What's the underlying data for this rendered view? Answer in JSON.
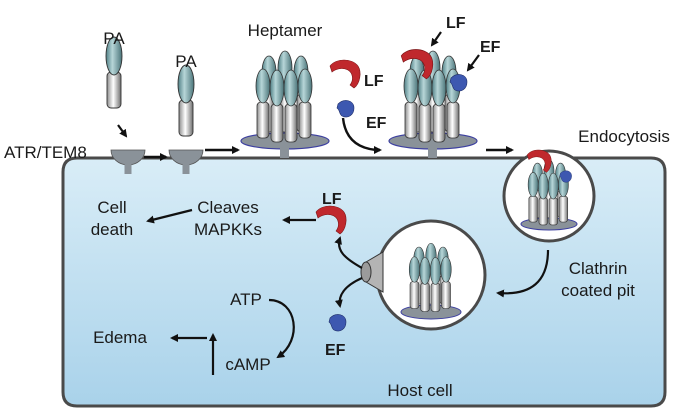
{
  "labels": {
    "pa_left": "PA",
    "pa_mid": "PA",
    "heptamer": "Heptamer",
    "receptor": "ATR/TEM8",
    "lf_free": "LF",
    "ef_free": "EF",
    "lf_bound": "LF",
    "ef_bound": "EF",
    "endocytosis": "Endocytosis",
    "clathrin_line1": "Clathrin",
    "clathrin_line2": "coated pit",
    "host_cell": "Host cell",
    "cell_death_line1": "Cell",
    "cell_death_line2": "death",
    "cleaves_line1": "Cleaves",
    "cleaves_line2": "MAPKKs",
    "lf_inside": "LF",
    "ef_inside": "EF",
    "atp": "ATP",
    "camp": "cAMP",
    "edema": "Edema"
  },
  "colors": {
    "cell_fill": "#c8e4f2",
    "cell_stroke": "#4a4a4a",
    "membrane": "#8a9299",
    "pa_head": "#7fa9ad",
    "lf": "#c0282d",
    "ef": "#3d58b0"
  }
}
